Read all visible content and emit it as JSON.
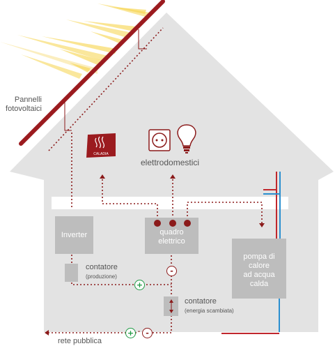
{
  "panels_label": "Pannelli\nfotovoltaici",
  "brand_logo": "CALADIA",
  "appliances_label": "elettrodomestici",
  "inverter_label": "Inverter",
  "panel_board_label": "quadro\nelettrico",
  "heat_pump_label": "pompa di\ncalore\nad acqua\ncalda",
  "production_meter": {
    "label": "contatore",
    "sub": "(produzione)"
  },
  "exchange_meter": {
    "label": "contatore",
    "sub": "(energia scambiata)"
  },
  "grid_label": "rete pubblica",
  "signs": {
    "plus": "+",
    "minus": "-"
  },
  "icons": [
    "sun-rays",
    "solar-panel",
    "caladia-heater-icon",
    "socket-icon",
    "light-bulb-icon",
    "up-down-arrows-icon"
  ],
  "colors": {
    "house": "#e3e3e3",
    "flow": "#8b1a1a",
    "panel": "#9b1b1f",
    "sun": "#f6d44a",
    "box": "#bdbdbd",
    "hot_pipe": "#c0272d",
    "cold_pipe": "#2a8fd0",
    "plus": "#1e9a44",
    "minus": "#8b1a1a"
  }
}
